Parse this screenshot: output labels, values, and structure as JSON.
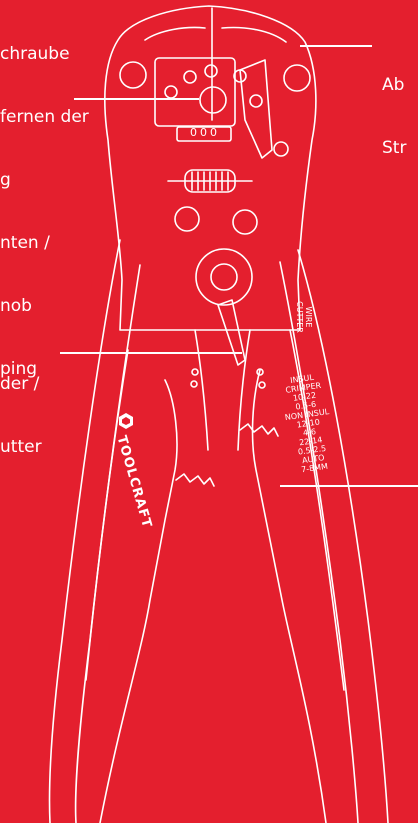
{
  "colors": {
    "background": "#e41f2e",
    "outline": "#ffffff"
  },
  "labels": {
    "top_left_lines": [
      "chraube",
      "fernen der",
      "g",
      "nten /",
      "nob",
      "ping"
    ],
    "mid_left_lines": [
      "der /",
      "utter"
    ],
    "top_right_lines": [
      "Ab",
      "Str"
    ]
  },
  "engravings": {
    "brand": "TOOLCRAFT",
    "wire_cutter": [
      "WIRE",
      "CUTTER"
    ],
    "specs": [
      "INSUL",
      "CRIMPER",
      "10-22",
      "0.5-6",
      "NON INSUL",
      "12-10",
      "4-6",
      "22-14",
      "0.5-2.5",
      "AUTO",
      "7-8MM"
    ],
    "screw_counter": "000"
  },
  "icons": {
    "brand_logo": "toolcraft-logo-icon"
  }
}
